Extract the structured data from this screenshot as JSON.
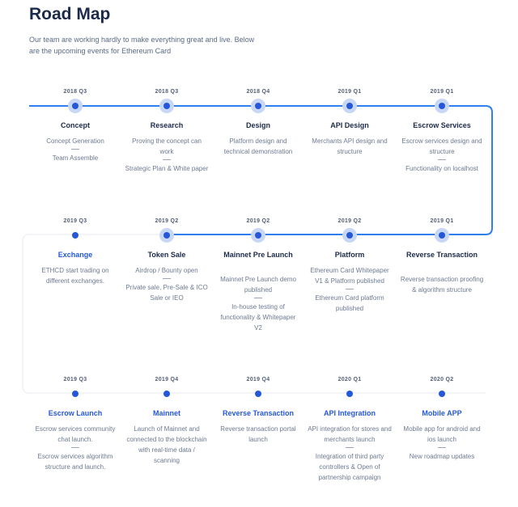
{
  "header": {
    "title": "Road Map",
    "subtitle": "Our team are working hardly to make everything great and live. Below are the upcoming events for Ethereum Card"
  },
  "rows": [
    {
      "items": [
        {
          "date": "2018 Q3",
          "title": "Concept",
          "title_blue": false,
          "active": true,
          "blocks": [
            "Concept Generation",
            "Team Assemble"
          ]
        },
        {
          "date": "2018 Q3",
          "title": "Research",
          "title_blue": false,
          "active": true,
          "blocks": [
            "Proving the concept can work",
            "Strategic Plan & White paper"
          ]
        },
        {
          "date": "2018 Q4",
          "title": "Design",
          "title_blue": false,
          "active": true,
          "blocks": [
            "Platform design and technical demonstration"
          ]
        },
        {
          "date": "2019 Q1",
          "title": "API Design",
          "title_blue": false,
          "active": true,
          "blocks": [
            "Merchants API design and structure"
          ]
        },
        {
          "date": "2019 Q1",
          "title": "Escrow Services",
          "title_blue": false,
          "active": true,
          "blocks": [
            "Escrow services design and structure",
            "Functionality on localhost"
          ]
        }
      ]
    },
    {
      "items": [
        {
          "date": "2019 Q3",
          "title": "Exchange",
          "title_blue": true,
          "active": false,
          "blocks": [
            "ETHCD start trading on different exchanges."
          ]
        },
        {
          "date": "2019 Q2",
          "title": "Token Sale",
          "title_blue": false,
          "active": true,
          "blocks": [
            "Airdrop / Bounty open",
            "Private sale, Pre-Sale & ICO Sale or IEO"
          ]
        },
        {
          "date": "2019 Q2",
          "title": "Mainnet Pre Launch",
          "title_blue": false,
          "active": true,
          "blocks": [
            "Mainnet Pre Launch demo published",
            "In-house testing of functionality & Whitepaper V2"
          ]
        },
        {
          "date": "2019 Q2",
          "title": "Platform",
          "title_blue": false,
          "active": true,
          "blocks": [
            "Ethereum Card Whitepaper V1 & Platform published",
            "Ethereum Card platform published"
          ]
        },
        {
          "date": "2019 Q1",
          "title": "Reverse Transaction",
          "title_blue": false,
          "active": true,
          "blocks": [
            "Reverse transaction proofing & algorithm structure"
          ]
        }
      ]
    },
    {
      "items": [
        {
          "date": "2019 Q3",
          "title": "Escrow Launch",
          "title_blue": true,
          "active": false,
          "blocks": [
            "Escrow services community chat launch.",
            "Escrow services algorithm structure and launch."
          ]
        },
        {
          "date": "2019 Q4",
          "title": "Mainnet",
          "title_blue": true,
          "active": false,
          "blocks": [
            "Launch of Mainnet and connected to the blockchain with real-time data / scanning"
          ]
        },
        {
          "date": "2019 Q4",
          "title": "Reverse Transaction",
          "title_blue": true,
          "active": false,
          "blocks": [
            "Reverse transaction portal launch"
          ]
        },
        {
          "date": "2020 Q1",
          "title": "API Integration",
          "title_blue": true,
          "active": false,
          "blocks": [
            "API integration for stores and merchants launch",
            "Integration of third party controllers & Open of partnership campaign"
          ]
        },
        {
          "date": "2020 Q2",
          "title": "Mobile APP",
          "title_blue": true,
          "active": false,
          "blocks": [
            "Mobile app for android and ios launch",
            "New roadmap updates"
          ]
        }
      ]
    }
  ]
}
